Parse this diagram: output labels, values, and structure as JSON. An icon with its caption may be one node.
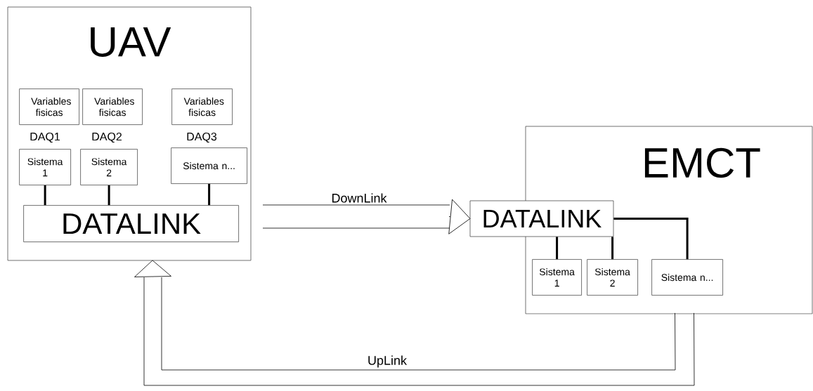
{
  "diagram": {
    "nodes": [
      {
        "text": [
          "UAV"
        ]
      },
      {
        "text": [
          "Variables fisicas"
        ],
        "in": 0
      },
      {
        "text": [
          "Variables fisicas"
        ],
        "in": 0
      },
      {
        "text": [
          "Variables fisicas"
        ],
        "in": 0
      },
      {
        "text": [
          "Sistema 1"
        ],
        "in": 0
      },
      {
        "text": [
          "Sistema 2"
        ],
        "in": 0
      },
      {
        "text": [
          "Sistema n..."
        ],
        "in": 0
      },
      {
        "text": [
          "DATALINK"
        ],
        "in": 0
      },
      {
        "text": [
          "EMCT"
        ]
      },
      {
        "text": [
          "DATALINK"
        ]
      },
      {
        "text": [
          "Sistema 1"
        ],
        "in": 8
      },
      {
        "text": [
          "Sistema 2"
        ],
        "in": 8
      },
      {
        "text": [
          "Sistema n..."
        ],
        "in": 8
      }
    ],
    "edges": [
      {
        "from": 4,
        "to": 7,
        "arrow": "none"
      },
      {
        "from": 5,
        "to": 7,
        "arrow": "none"
      },
      {
        "from": 6,
        "to": 7,
        "arrow": "none"
      },
      {
        "from": 9,
        "to": 10,
        "arrow": "none"
      },
      {
        "from": 9,
        "to": 11,
        "arrow": "none"
      },
      {
        "from": 9,
        "to": 12,
        "arrow": "none"
      },
      {
        "from": null,
        "to": 9,
        "arrow": "to",
        "label": "DownLink"
      },
      {
        "from": 8,
        "to": 0,
        "arrow": "to",
        "label": "UpLink"
      }
    ],
    "labels": [
      "DAQ1",
      "DAQ2",
      "DAQ3"
    ]
  }
}
